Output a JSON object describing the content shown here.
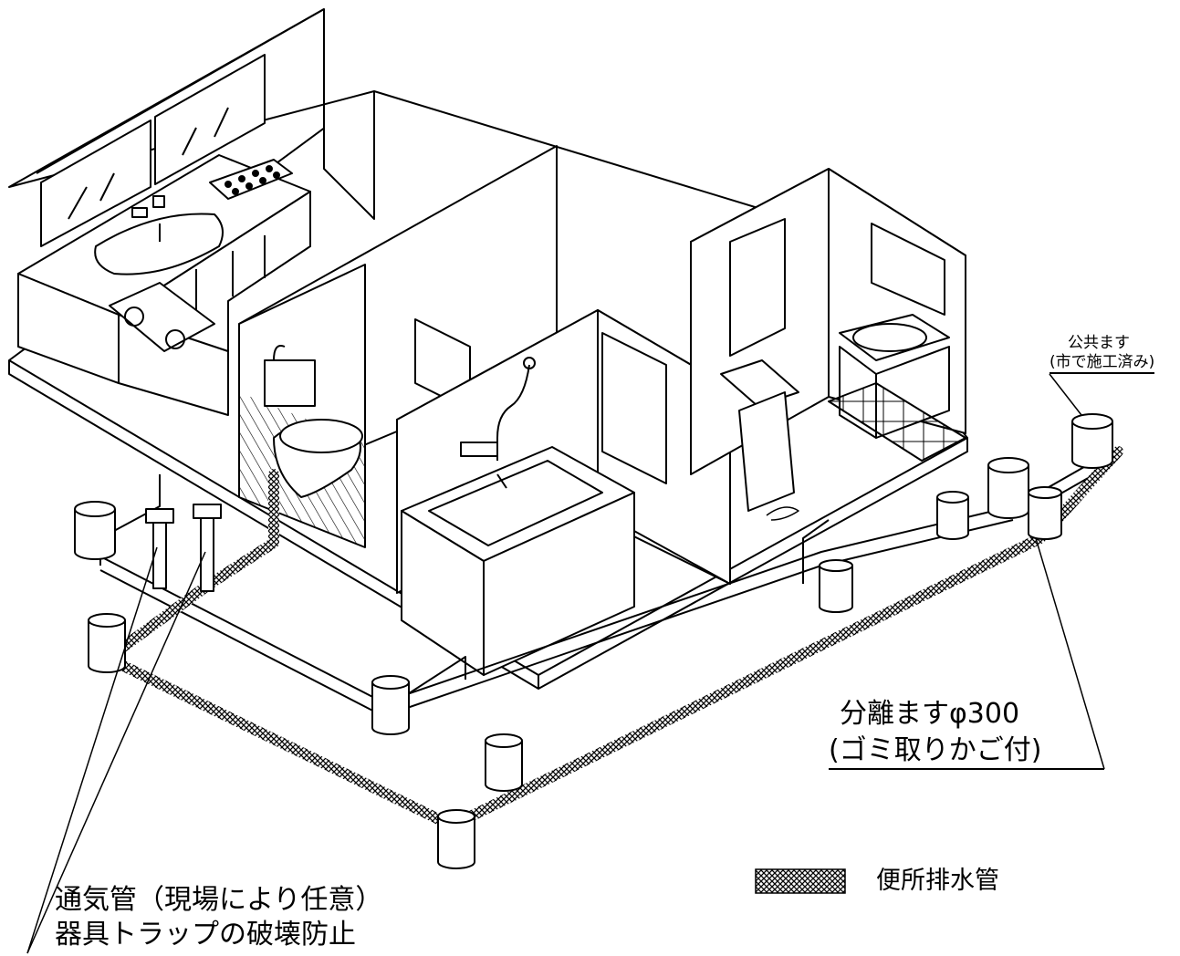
{
  "labels": {
    "public_basin": "公共ます",
    "public_basin_note": "(市で施工済み)",
    "separation_basin": "分離ますφ300",
    "separation_basin_note": "(ゴミ取りかご付)",
    "vent_pipe": "通気管（現場により任意）",
    "vent_pipe_note": "器具トラップの破壊防止"
  },
  "legend": {
    "toilet_drain_label": "便所排水管",
    "toilet_drain_pattern": "crosshatch"
  },
  "colors": {
    "line": "#000000",
    "background": "#ffffff",
    "toilet_drain_fill": "#555555"
  }
}
